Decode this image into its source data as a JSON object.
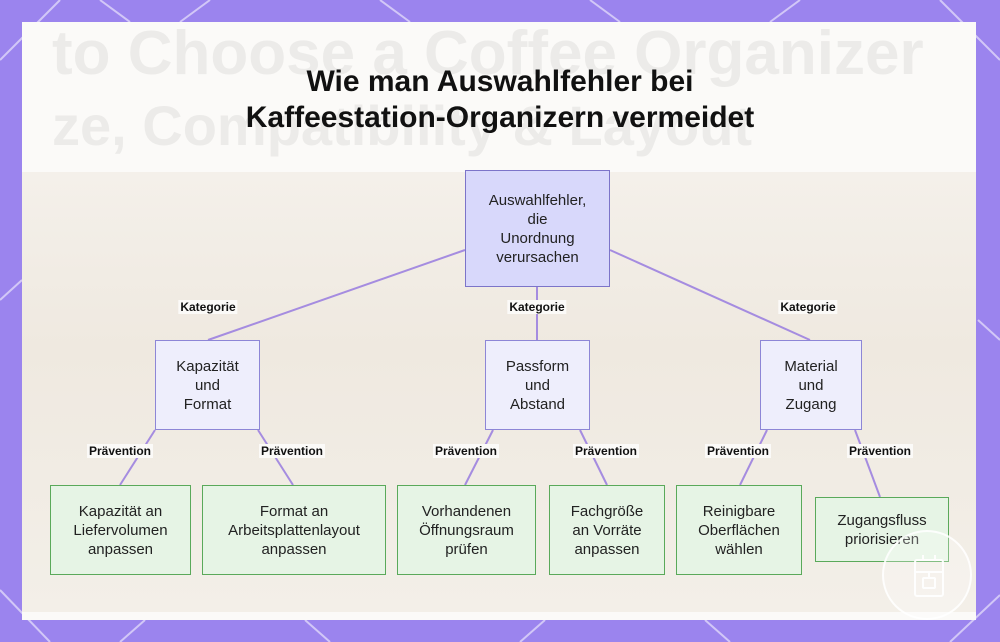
{
  "title": {
    "line1": "Wie man Auswahlfehler bei",
    "line2": "Kaffeestation-Organizern vermeidet"
  },
  "background_text": {
    "line1": "to Choose a Coffee Organizer",
    "line2": "ze, Compatibility & Layout"
  },
  "root": [
    "Auswahlfehler,",
    "die",
    "Unordnung",
    "verursachen"
  ],
  "edge_labels": {
    "category": "Kategorie",
    "prevention": "Prävention"
  },
  "categories": [
    {
      "lines": [
        "Kapazität",
        "und",
        "Format"
      ],
      "children": [
        [
          "Kapazität an",
          "Liefervolumen",
          "anpassen"
        ],
        [
          "Format an",
          "Arbeitsplattenlayout",
          "anpassen"
        ]
      ]
    },
    {
      "lines": [
        "Passform",
        "und",
        "Abstand"
      ],
      "children": [
        [
          "Vorhandenen",
          "Öffnungsraum",
          "prüfen"
        ],
        [
          "Fachgröße",
          "an Vorräte",
          "anpassen"
        ]
      ]
    },
    {
      "lines": [
        "Material",
        "und",
        "Zugang"
      ],
      "children": [
        [
          "Reinigbare",
          "Oberflächen",
          "wählen"
        ],
        [
          "Zugangsfluss",
          "priorisieren"
        ]
      ]
    }
  ],
  "colors": {
    "frame": "#9b84ee",
    "edge": "#a58ce0",
    "root_fill": "#d8d8fb",
    "category_fill": "#eeeefc",
    "leaf_fill": "#e6f4e5",
    "leaf_border": "#5aa95a"
  },
  "logo_icon": "coffee-machine-icon"
}
